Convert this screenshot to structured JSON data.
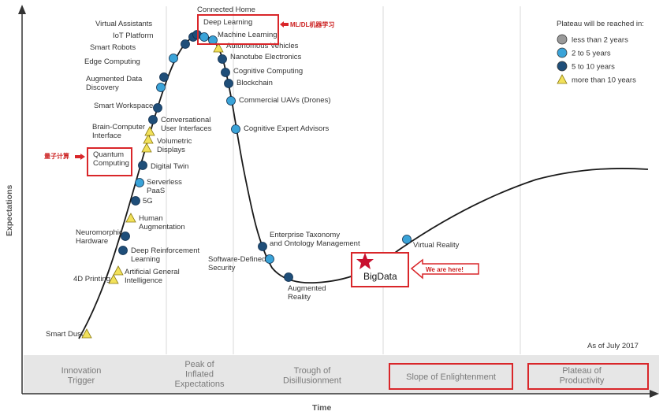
{
  "axes": {
    "y_label": "Expectations",
    "x_label": "Time"
  },
  "phases": [
    {
      "key": "innovation",
      "lines": [
        "Innovation",
        "Trigger"
      ]
    },
    {
      "key": "peak",
      "lines": [
        "Peak of",
        "Inflated",
        "Expectations"
      ]
    },
    {
      "key": "trough",
      "lines": [
        "Trough of",
        "Disillusionment"
      ]
    },
    {
      "key": "slope",
      "lines": [
        "Slope of Enlightenment"
      ]
    },
    {
      "key": "plateau",
      "lines": [
        "Plateau of",
        "Productivity"
      ]
    }
  ],
  "legend": {
    "title": "Plateau will be reached in:",
    "items": [
      {
        "label": "less than 2 years",
        "marker": "circle",
        "color": "#9a9a9a"
      },
      {
        "label": "2 to 5 years",
        "marker": "circle",
        "color": "#3aa3d8"
      },
      {
        "label": "5 to 10 years",
        "marker": "circle",
        "color": "#1f4e79"
      },
      {
        "label": "more than 10 years",
        "marker": "triangle",
        "color": "#f2e15a"
      }
    ]
  },
  "as_of": "As of July 2017",
  "technologies": [
    {
      "lines": [
        "Smart Dust"
      ],
      "marker": "triangle"
    },
    {
      "lines": [
        "4D Printing"
      ],
      "marker": "triangle"
    },
    {
      "lines": [
        "Artificial General",
        "Intelligence"
      ],
      "marker": "triangle"
    },
    {
      "lines": [
        "Deep Reinforcement",
        "Learning"
      ],
      "marker": "dark"
    },
    {
      "lines": [
        "Neuromorphic",
        "Hardware"
      ],
      "marker": "dark"
    },
    {
      "lines": [
        "Human",
        "Augmentation"
      ],
      "marker": "triangle"
    },
    {
      "lines": [
        "5G"
      ],
      "marker": "dark"
    },
    {
      "lines": [
        "Serverless",
        "PaaS"
      ],
      "marker": "light"
    },
    {
      "lines": [
        "Digital Twin"
      ],
      "marker": "dark"
    },
    {
      "lines": [
        "Quantum",
        "Computing"
      ],
      "marker": "triangle"
    },
    {
      "lines": [
        "Volumetric",
        "Displays"
      ],
      "marker": "triangle"
    },
    {
      "lines": [
        "Brain-Computer",
        "Interface"
      ],
      "marker": "triangle"
    },
    {
      "lines": [
        "Conversational",
        "User Interfaces"
      ],
      "marker": "dark"
    },
    {
      "lines": [
        "Smart Workspace"
      ],
      "marker": "dark"
    },
    {
      "lines": [
        "Augmented Data",
        "Discovery"
      ],
      "marker": "light"
    },
    {
      "lines": [
        "Edge Computing"
      ],
      "marker": "dark"
    },
    {
      "lines": [
        "Smart Robots"
      ],
      "marker": "light"
    },
    {
      "lines": [
        "IoT Platform"
      ],
      "marker": "dark"
    },
    {
      "lines": [
        "Virtual Assistants"
      ],
      "marker": "dark"
    },
    {
      "lines": [
        "Connected Home"
      ],
      "marker": "dark"
    },
    {
      "lines": [
        "Deep Learning"
      ],
      "marker": "light"
    },
    {
      "lines": [
        "Machine Learning"
      ],
      "marker": "light"
    },
    {
      "lines": [
        "Autonomous Vehicles"
      ],
      "marker": "triangle"
    },
    {
      "lines": [
        "Nanotube Electronics"
      ],
      "marker": "dark"
    },
    {
      "lines": [
        "Cognitive Computing"
      ],
      "marker": "dark"
    },
    {
      "lines": [
        "Blockchain"
      ],
      "marker": "dark"
    },
    {
      "lines": [
        "Commercial UAVs (Drones)"
      ],
      "marker": "light"
    },
    {
      "lines": [
        "Cognitive Expert Advisors"
      ],
      "marker": "light"
    },
    {
      "lines": [
        "Enterprise Taxonomy",
        "and Ontology Management"
      ],
      "marker": "dark"
    },
    {
      "lines": [
        "Software-Defined",
        "Security"
      ],
      "marker": "light"
    },
    {
      "lines": [
        "Augmented",
        "Reality"
      ],
      "marker": "dark"
    },
    {
      "lines": [
        "Virtual Reality"
      ],
      "marker": "light"
    }
  ],
  "annotations": {
    "ml_dl": "ML/DL机器学习",
    "quantum": "量子计算",
    "we_are_here": "We are here!",
    "bigdata": "BigData"
  },
  "colors": {
    "highlight_red": "#d9262a",
    "band_gray": "#e6e6e6",
    "curve": "#1a1a1a"
  }
}
